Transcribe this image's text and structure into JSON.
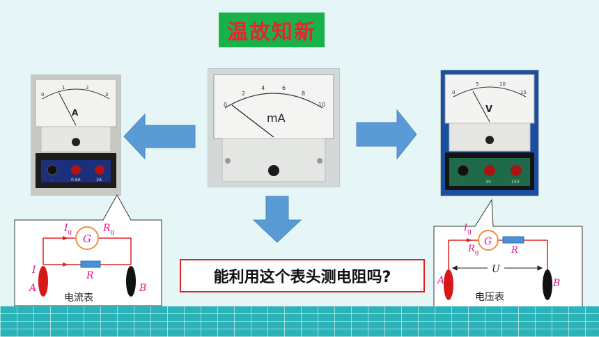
{
  "title": "温故知新",
  "question": "能利用这个表头测电阻吗?",
  "center_meter": {
    "unit": "mA",
    "scale": [
      "0",
      "2",
      "4",
      "6",
      "8",
      "10"
    ]
  },
  "ammeter": {
    "unit": "A",
    "scale": [
      "0",
      "1",
      "2",
      "3"
    ],
    "terminals": [
      "-",
      "0.6A",
      "3A"
    ]
  },
  "voltmeter": {
    "unit": "V",
    "scale": [
      "0",
      "5",
      "10",
      "15"
    ],
    "terminals": [
      "-",
      "3V",
      "15V"
    ]
  },
  "ammeter_circuit": {
    "caption": "电流表",
    "galvanometer": "G",
    "current_g": "I",
    "current_g_sub": "g",
    "resistance_g": "R",
    "resistance_g_sub": "g",
    "resistor": "R",
    "current": "I",
    "terminal_a": "A",
    "terminal_b": "B"
  },
  "voltmeter_circuit": {
    "caption": "电压表",
    "galvanometer": "G",
    "current_g": "I",
    "current_g_sub": "g",
    "resistance_g": "R",
    "resistance_g_sub": "g",
    "resistor": "R",
    "voltage": "U",
    "terminal_a": "A",
    "terminal_b": "B"
  },
  "colors": {
    "title_bg": "#17b24a",
    "title_text": "#e8242c",
    "arrow": "#5b9bd5",
    "wire": "#e02020",
    "label_pink": "#e0148c",
    "band": "#2bb3b8"
  }
}
